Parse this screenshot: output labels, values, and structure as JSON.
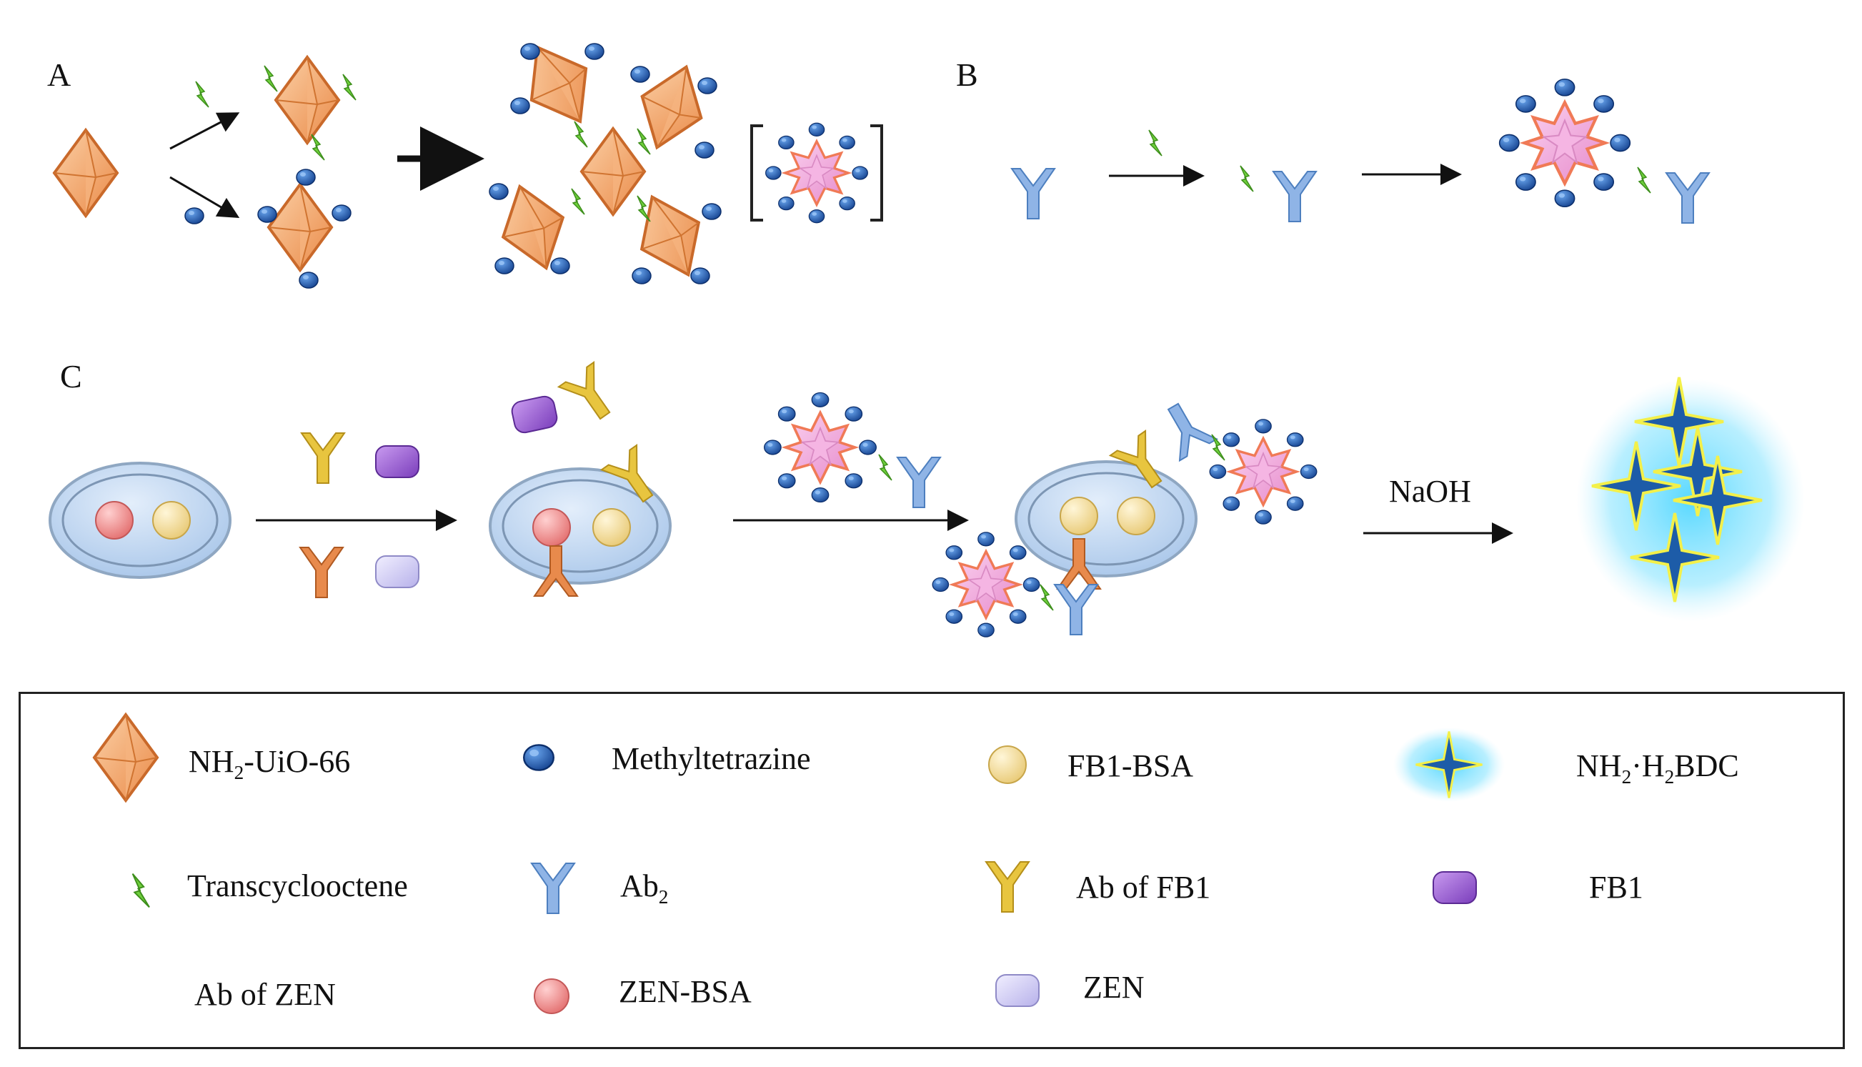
{
  "panels": {
    "a": "A",
    "b": "B",
    "c": "C"
  },
  "reagent": "NaOH",
  "legend": {
    "nh2_uio66": {
      "pre": "NH",
      "sub": "2",
      "post": "-UiO-66"
    },
    "methyltetrazine": "Methyltetrazine",
    "fb1_bsa": "FB1-BSA",
    "nh2_h2bdc": {
      "pre": "NH",
      "sub1": "2",
      "mid": "·H",
      "sub2": "2",
      "post": "BDC"
    },
    "transcyclooctene": "Transcyclooctene",
    "ab2": {
      "pre": "Ab",
      "sub": "2"
    },
    "ab_fb1": "Ab of FB1",
    "fb1": "FB1",
    "ab_zen": "Ab of ZEN",
    "zen_bsa": "ZEN-BSA",
    "zen": "ZEN"
  },
  "colors": {
    "mof_orange": "#f4a774",
    "mof_edge": "#c9692a",
    "tetrazine_blue": "#2166c4",
    "tco_green": "#6fcf3c",
    "antibody_blue": "#8fb4e6",
    "antibody_yellow": "#e8c53f",
    "antibody_orange": "#e88a4c",
    "star_pink": "#f2a2d8",
    "fb1_purple": "#a066d6",
    "zen_lavender": "#cfcaf2",
    "zen_bsa_red": "#f08a8a",
    "fb1_bsa_yellow": "#f6df9a",
    "well_blue": "#b9d4ef",
    "glow_cyan": "#4fd6ff"
  }
}
